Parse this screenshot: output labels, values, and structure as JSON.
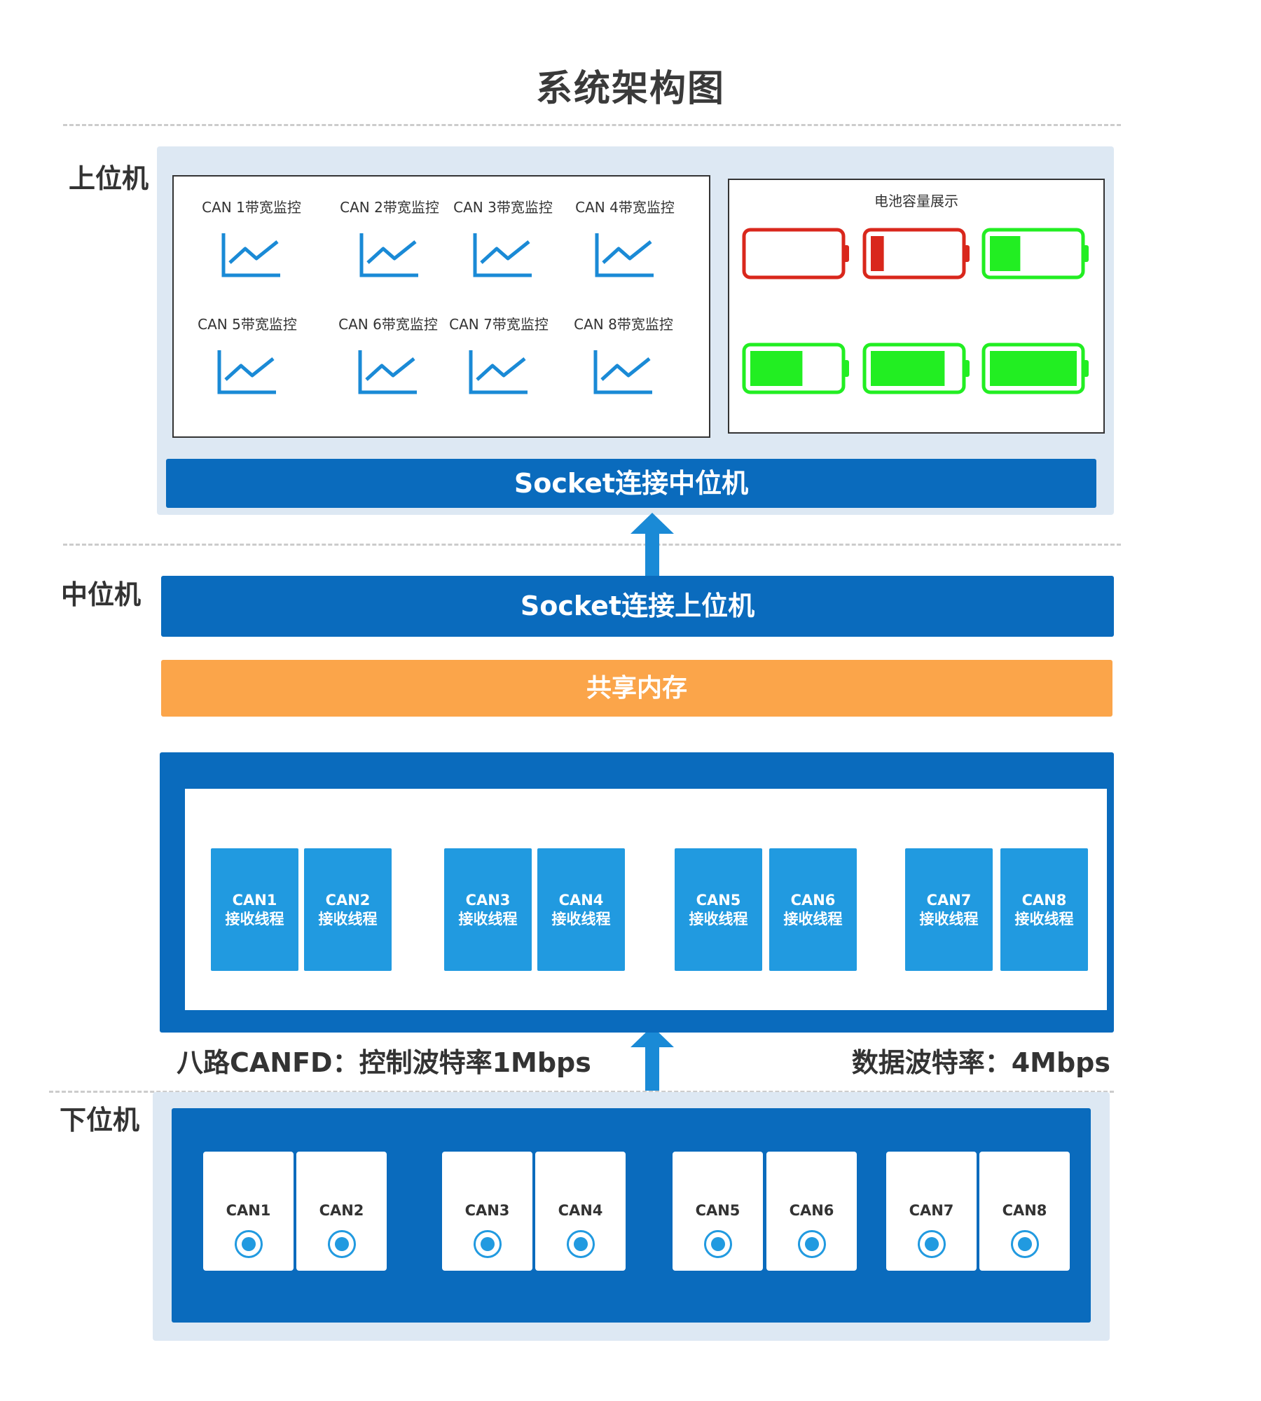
{
  "title": "系统架构图",
  "layers": {
    "upper": {
      "label": "上位机",
      "monitors": [
        {
          "label": "CAN 1带宽监控",
          "icon": "line-chart-icon"
        },
        {
          "label": "CAN 2带宽监控",
          "icon": "line-chart-icon"
        },
        {
          "label": "CAN 3带宽监控",
          "icon": "line-chart-icon"
        },
        {
          "label": "CAN 4带宽监控",
          "icon": "line-chart-icon"
        },
        {
          "label": "CAN 5带宽监控",
          "icon": "line-chart-icon"
        },
        {
          "label": "CAN 6带宽监控",
          "icon": "line-chart-icon"
        },
        {
          "label": "CAN 7带宽监控",
          "icon": "line-chart-icon"
        },
        {
          "label": "CAN 8带宽监控",
          "icon": "line-chart-icon"
        }
      ],
      "battery": {
        "title": "电池容量展示",
        "levels": [
          {
            "fill": 0.0,
            "color": "#d9271c"
          },
          {
            "fill": 0.15,
            "color": "#d9271c"
          },
          {
            "fill": 0.35,
            "color": "#22ee22"
          },
          {
            "fill": 0.6,
            "color": "#22ee22"
          },
          {
            "fill": 0.85,
            "color": "#22ee22"
          },
          {
            "fill": 1.0,
            "color": "#22ee22"
          }
        ]
      },
      "socket_bar": "Socket连接中位机"
    },
    "middle": {
      "label": "中位机",
      "socket_bar": "Socket连接上位机",
      "shared_memory": "共享内存",
      "threads": [
        {
          "can": "CAN1",
          "sub": "接收线程"
        },
        {
          "can": "CAN2",
          "sub": "接收线程"
        },
        {
          "can": "CAN3",
          "sub": "接收线程"
        },
        {
          "can": "CAN4",
          "sub": "接收线程"
        },
        {
          "can": "CAN5",
          "sub": "接收线程"
        },
        {
          "can": "CAN6",
          "sub": "接收线程"
        },
        {
          "can": "CAN7",
          "sub": "接收线程"
        },
        {
          "can": "CAN8",
          "sub": "接收线程"
        }
      ]
    },
    "lower": {
      "label": "下位机",
      "ports": [
        "CAN1",
        "CAN2",
        "CAN3",
        "CAN4",
        "CAN5",
        "CAN6",
        "CAN7",
        "CAN8"
      ]
    }
  },
  "link_note_left": "八路CANFD：控制波特率1Mbps",
  "link_note_right": "数据波特率：4Mbps",
  "colors": {
    "primary_blue": "#0a6bbd",
    "light_blue": "#219ae0",
    "panel_bg": "#dde8f3",
    "orange": "#fba54a",
    "battery_red": "#d9271c",
    "battery_green": "#22ee22"
  }
}
